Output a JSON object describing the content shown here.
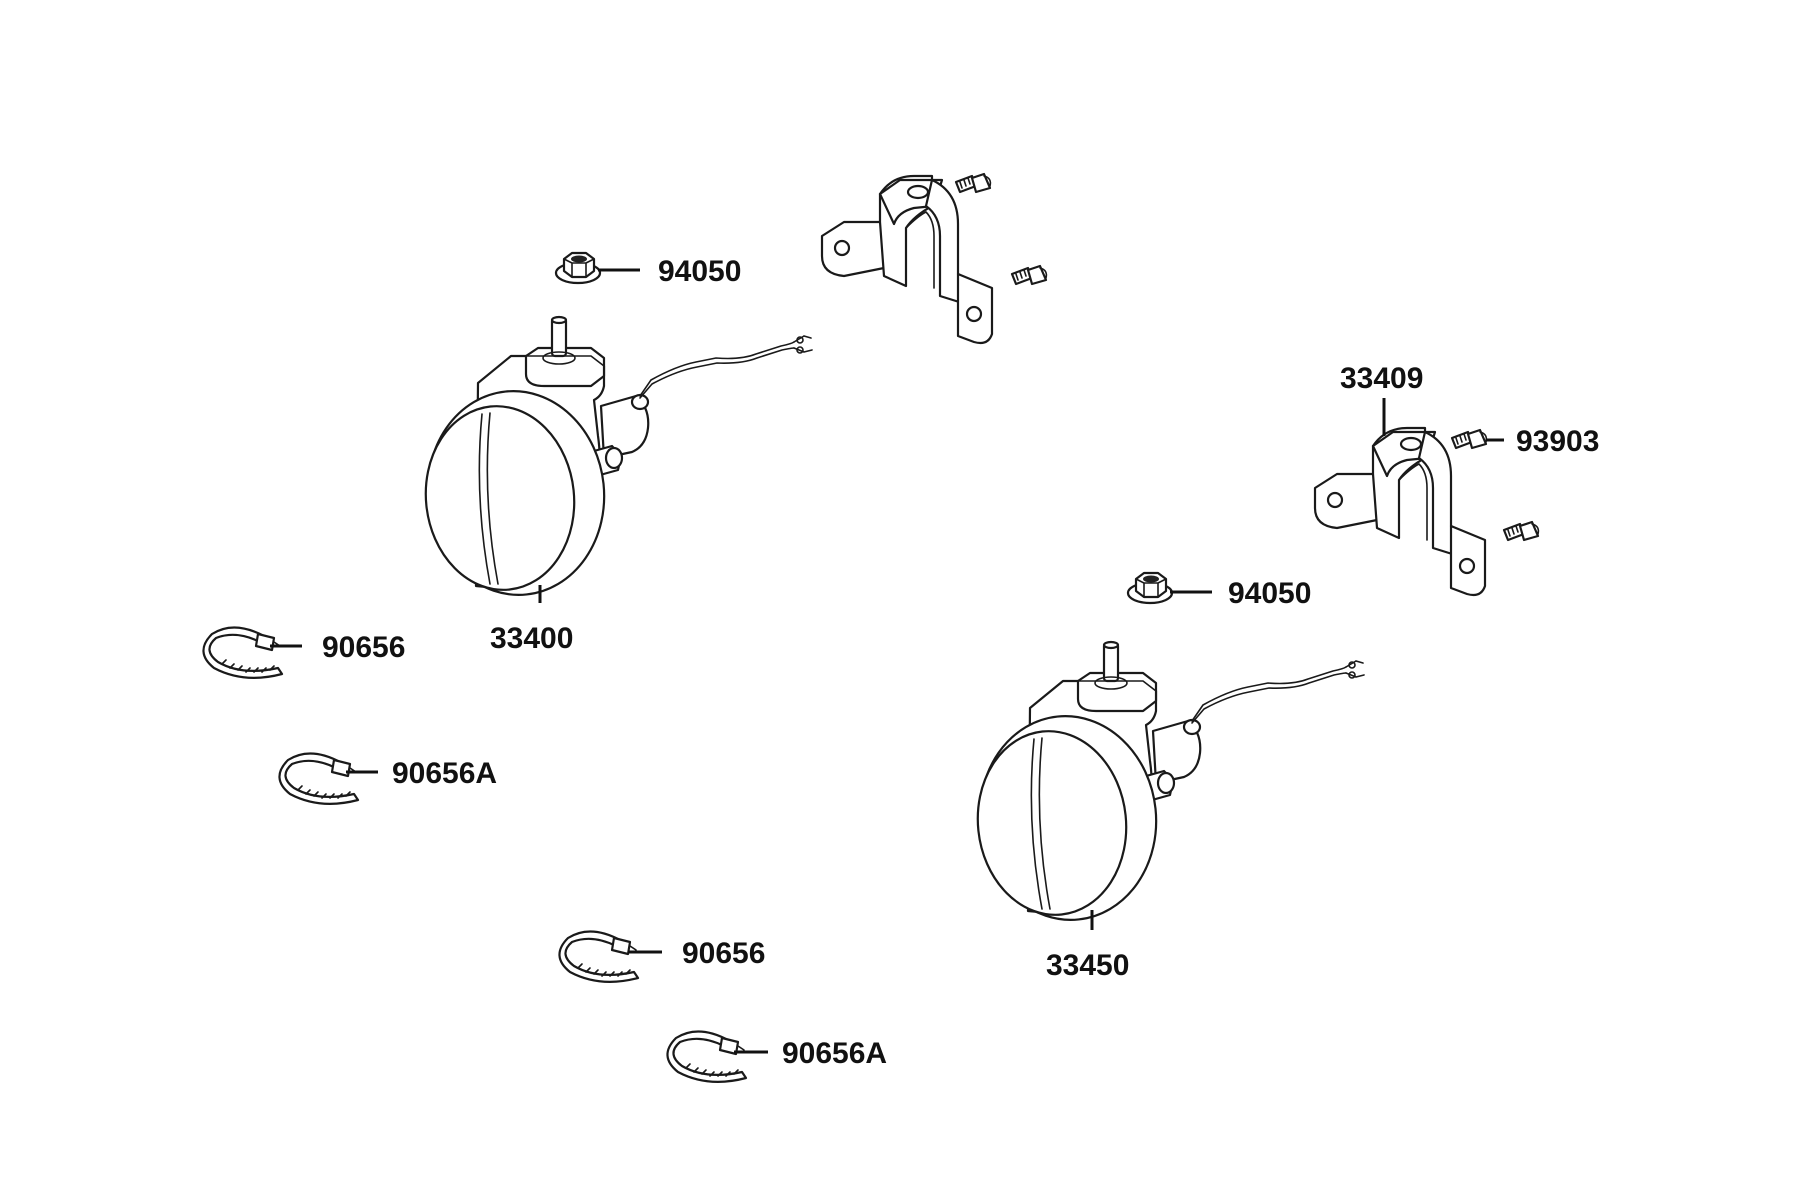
{
  "diagram": {
    "callouts": {
      "nut_left": "94050",
      "lamp_left": "33400",
      "tie_1": "90656",
      "tie_1a": "90656A",
      "tie_2": "90656",
      "tie_2a": "90656A",
      "bracket_right": "33409",
      "bolt_right": "93903",
      "nut_right": "94050",
      "lamp_right": "33450"
    }
  }
}
